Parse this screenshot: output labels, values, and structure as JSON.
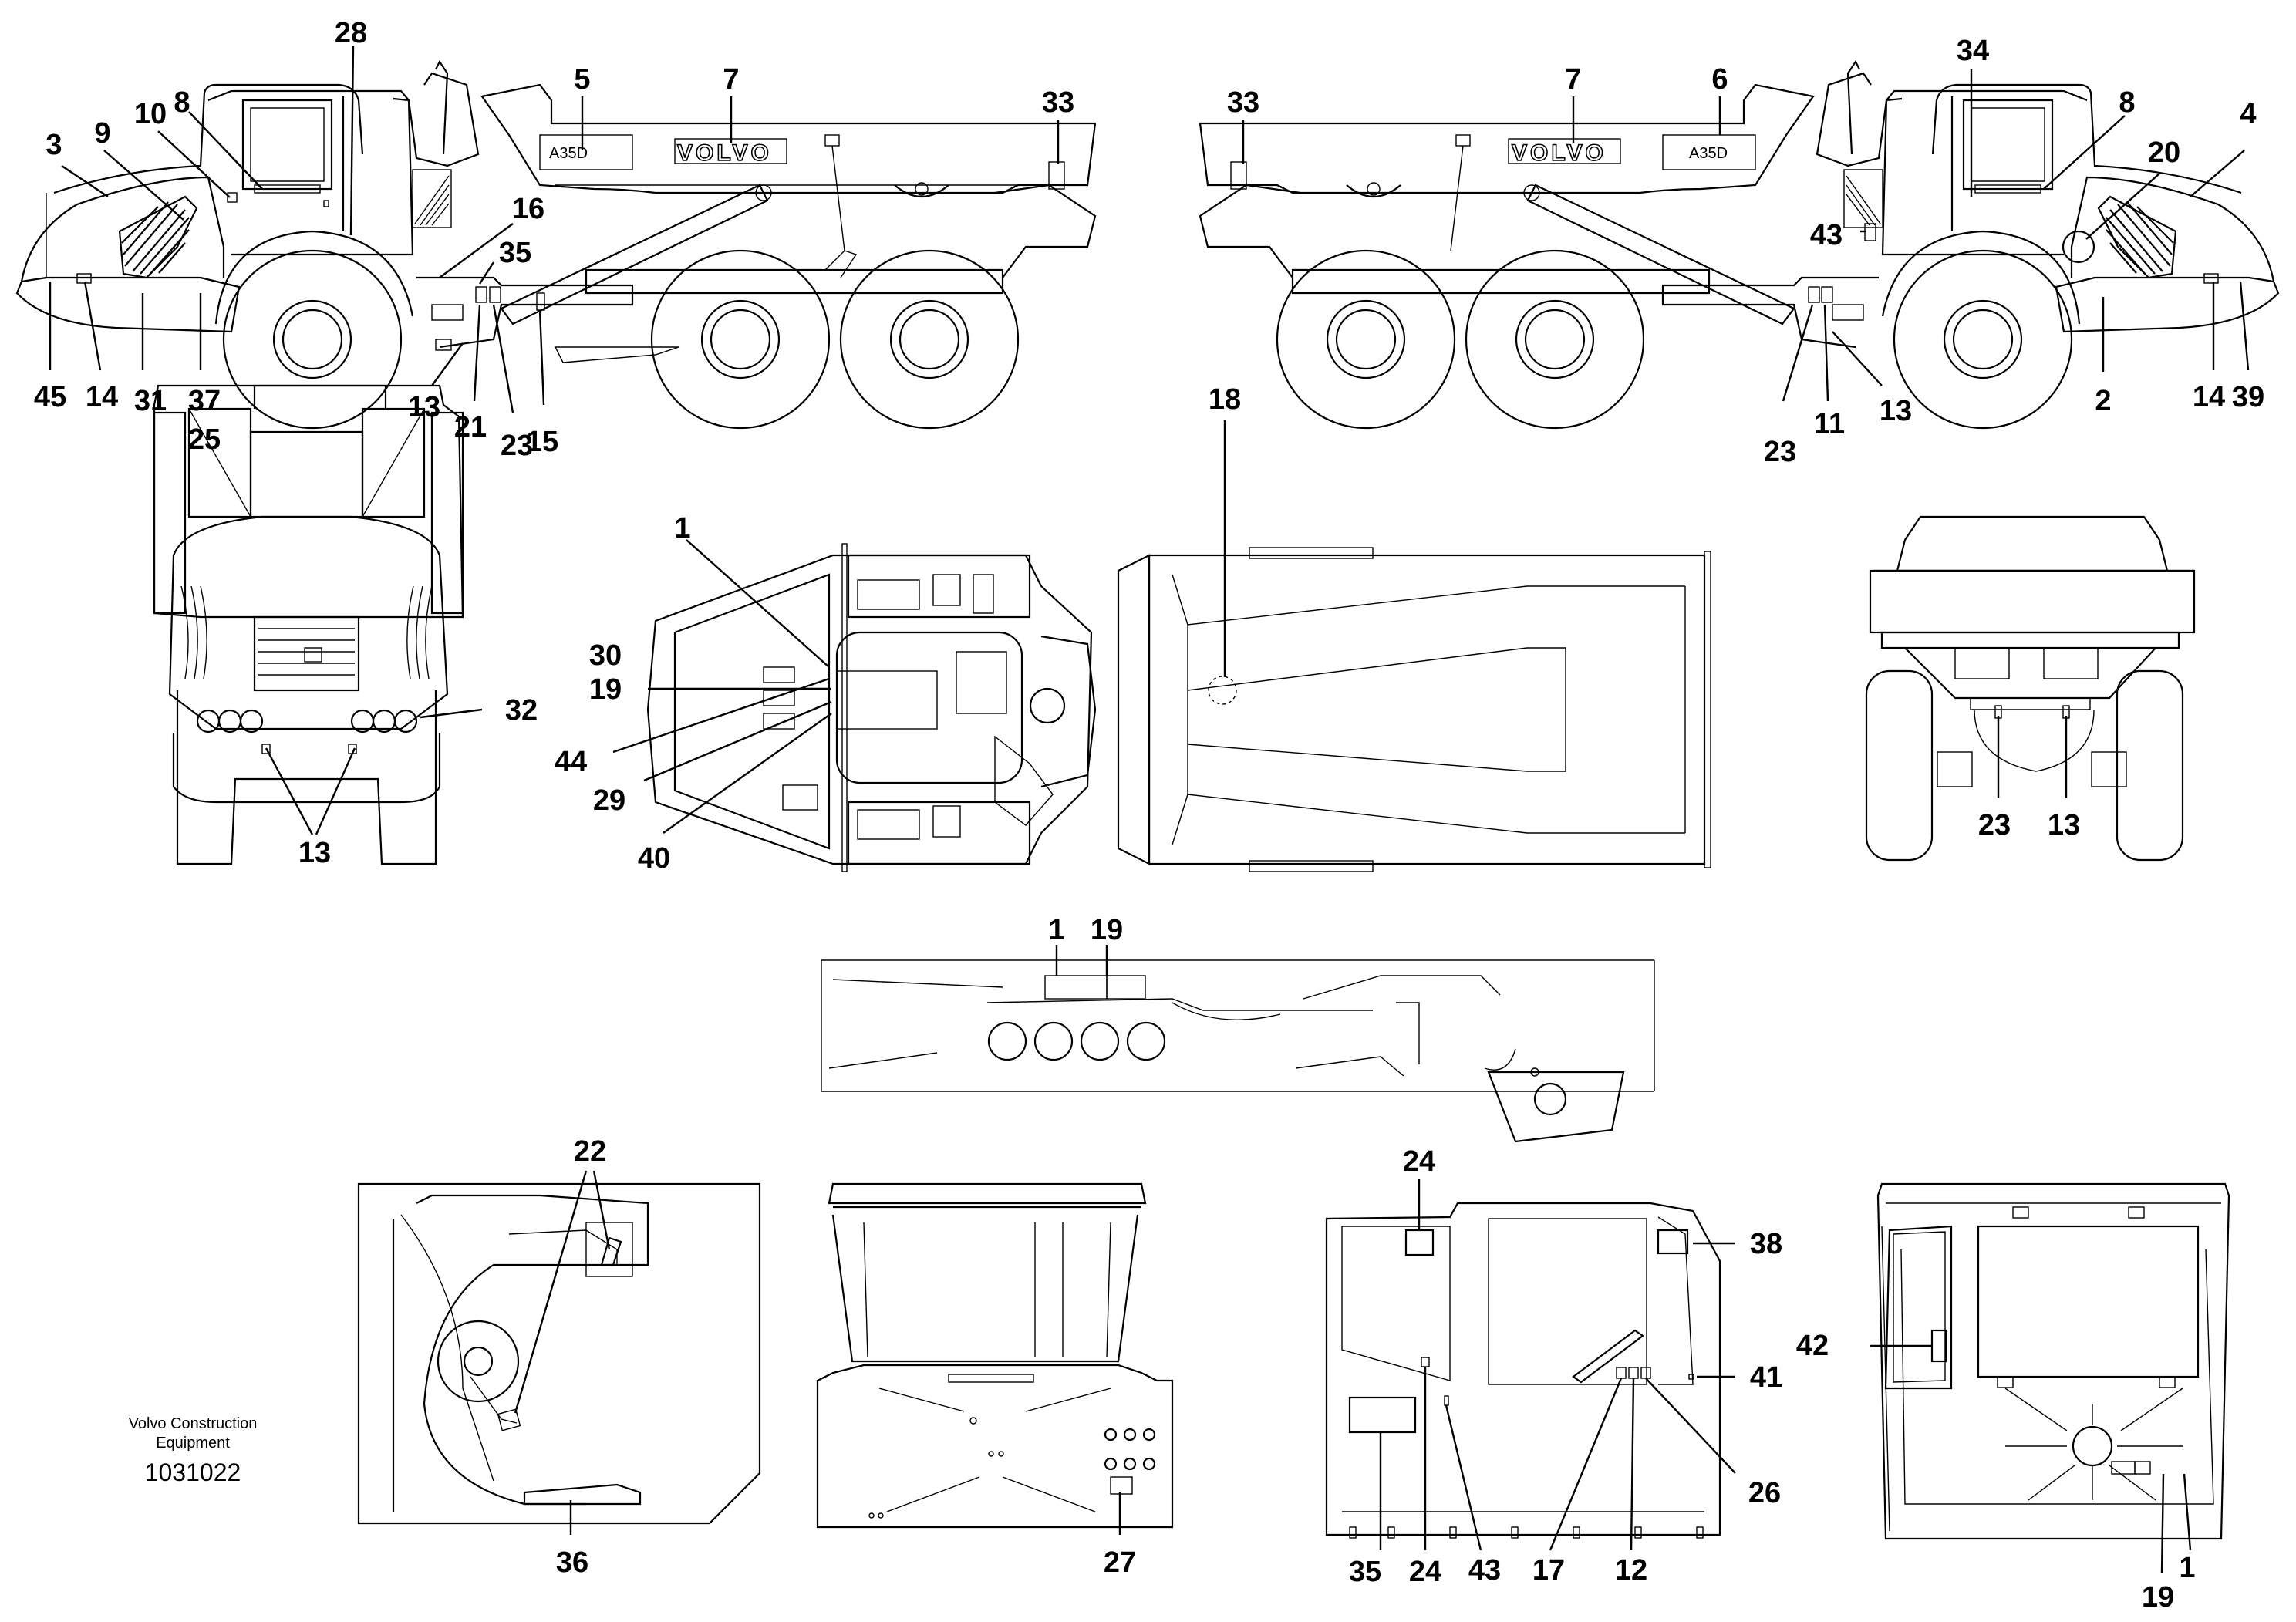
{
  "diagram": {
    "callouts": {
      "c3": "3",
      "c9": "9",
      "c10": "10",
      "c8a": "8",
      "c28": "28",
      "c16": "16",
      "c35a": "35",
      "c45": "45",
      "c14a": "14",
      "c31": "31",
      "c37": "37",
      "c25": "25",
      "c13a": "13",
      "c21": "21",
      "c23a": "23",
      "c15": "15",
      "c5": "5",
      "c7a": "7",
      "c33a": "33",
      "c33b": "33",
      "c7b": "7",
      "c6": "6",
      "c34": "34",
      "c8b": "8",
      "c4": "4",
      "c20": "20",
      "c43a": "43",
      "c23b": "23",
      "c11": "11",
      "c13b": "13",
      "c2": "2",
      "c14b": "14",
      "c39": "39",
      "c32": "32",
      "c13c": "13",
      "c1a": "1",
      "c30": "30",
      "c19a": "19",
      "c44": "44",
      "c29": "29",
      "c40": "40",
      "c18": "18",
      "c23c": "23",
      "c13d": "13",
      "c1b": "1",
      "c19b": "19",
      "c22": "22",
      "c36": "36",
      "c27": "27",
      "c24a": "24",
      "c38": "38",
      "c41": "41",
      "c26": "26",
      "c35b": "35",
      "c24b": "24",
      "c43b": "43",
      "c17": "17",
      "c12": "12",
      "c42": "42",
      "c19c": "19",
      "c1c": "1"
    },
    "decals": {
      "volvo_left": "VOLVO",
      "volvo_right": "VOLVO",
      "model_left": "A35D",
      "model_right": "A35D"
    },
    "caption": {
      "line1": "Volvo Construction",
      "line2": "Equipment",
      "number": "1031022"
    }
  }
}
